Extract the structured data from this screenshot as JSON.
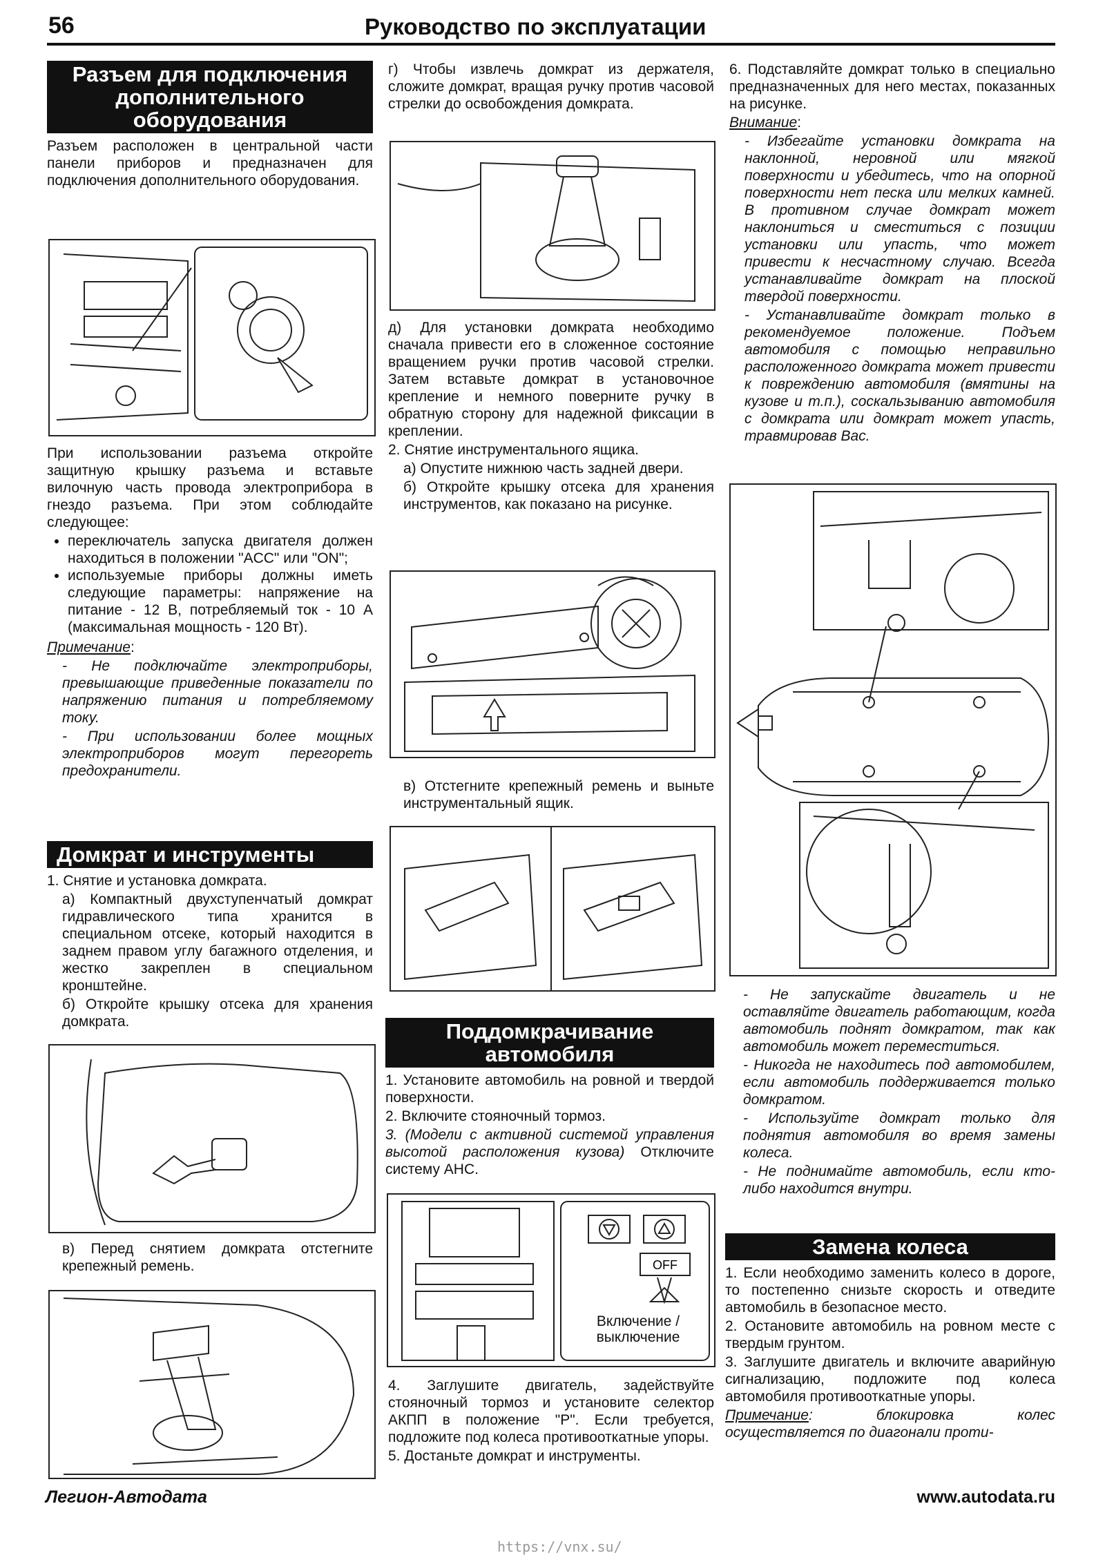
{
  "header": {
    "page_number": "56",
    "title": "Руководство по эксплуатации"
  },
  "col1": {
    "section1_title": "Разъем для подключения дополнительного оборудования",
    "p1": "Разъем расположен в центральной части панели приборов и предназначен для подключения дополнительного оборудования.",
    "p2": "При использовании разъема откройте защитную крышку разъема и вставьте вилочную часть провода электроприбора в гнездо разъема. При этом соблюдайте следующее:",
    "bullets": [
      "переключатель запуска двигателя должен находиться в положении \"ACC\" или \"ON\";",
      "используемые приборы должны иметь следующие параметры: напряжение на питание - 12 В, потребляемый ток - 10 А (максимальная мощность - 120 Вт)."
    ],
    "note_label": "Примечание",
    "notes": [
      "- Не подключайте электроприборы, превышающие приведенные показатели по напряжению питания и потребляемому току.",
      "- При использовании более мощных электроприборов могут перегореть предохранители."
    ],
    "section2_title": "Домкрат и инструменты",
    "s2_item1": "1. Снятие и установка домкрата.",
    "s2_a": "а) Компактный двухступенчатый домкрат гидравлического типа хранится в специальном отсеке, который находится в заднем правом углу багажного отделения, и жестко закреплен в специальном кронштейне.",
    "s2_b": "б) Откройте крышку отсека для хранения домкрата.",
    "s2_v": "в) Перед снятием домкрата отстегните крепежный ремень."
  },
  "col2": {
    "g": "г) Чтобы извлечь домкрат из держателя, сложите домкрат, вращая ручку против часовой стрелки до освобождения домкрата.",
    "d": "д) Для установки домкрата необходимо сначала привести его в сложенное состояние вращением ручки против часовой стрелки. Затем вставьте домкрат в установочное крепление и немного поверните ручку в обратную сторону для надежной фиксации в креплении.",
    "item2": "2. Снятие инструментального ящика.",
    "a2": "а) Опустите нижнюю часть задней двери.",
    "b2": "б) Откройте крышку отсека для хранения инструментов, как показано на рисунке.",
    "v2": "в) Отстегните крепежный ремень и выньте инструментальный ящик.",
    "section3_title": "Поддомкрачивание автомобиля",
    "j1": "1. Установите автомобиль на ровной и твердой поверхности.",
    "j2": "2. Включите стояночный тормоз.",
    "j3_italic": "3. (Модели с активной системой управления высотой расположения кузова)",
    "j3_rest": " Отключите систему АНС.",
    "fig_off": "OFF",
    "fig_caption": "Включение / выключение",
    "j4": "4. Заглушите двигатель, задействуйте стояночный тормоз и установите селектор АКПП в положение \"Р\". Если требуется, подложите под колеса противооткатные упоры.",
    "j5": "5. Достаньте домкрат и инструменты."
  },
  "col3": {
    "p6": "6. Подставляйте домкрат только в специально предназначенных для него местах, показанных на рисунке.",
    "warn_label": "Внимание",
    "warn1": "- Избегайте установки домкрата на наклонной, неровной или мягкой поверхности и убедитесь, что на опорной поверхности нет песка или мелких камней. В противном случае домкрат может наклониться и сместиться с позиции установки или упасть, что может привести к несчастному случаю. Всегда устанавливайте домкрат на плоской твердой поверхности.",
    "warn2": "- Устанавливайте домкрат только в рекомендуемое положение. Подъем автомобиля с помощью неправильно расположенного домкрата может привести к повреждению автомобиля (вмятины на кузове и т.п.), соскальзыванию автомобиля с домкрата или домкрат может упасть, травмировав Вас.",
    "warn3": "- Не запускайте двигатель и не оставляйте двигатель работающим, когда автомобиль поднят домкратом, так как автомобиль может переместиться.",
    "warn4": "- Никогда не находитесь под автомобилем, если автомобиль поддерживается только домкратом.",
    "warn5": "- Используйте домкрат только для поднятия автомобиля во время замены колеса.",
    "warn6": "- Не поднимайте автомобиль, если кто-либо находится внутри.",
    "section4_title": "Замена колеса",
    "w1": "1. Если необходимо заменить колесо в дороге, то постепенно снизьте скорость и отведите автомобиль в безопасное место.",
    "w2": "2. Остановите автомобиль на ровном месте с твердым грунтом.",
    "w3": "3. Заглушите двигатель и включите аварийную сигнализацию, подложите под колеса автомобиля противооткатные упоры.",
    "note_label": "Примечание",
    "note_rest": ": блокировка колес осуществляется по диагонали проти-"
  },
  "footer": {
    "left": "Легион-Автодата",
    "right": "www.autodata.ru",
    "url": "https://vnx.su/"
  }
}
